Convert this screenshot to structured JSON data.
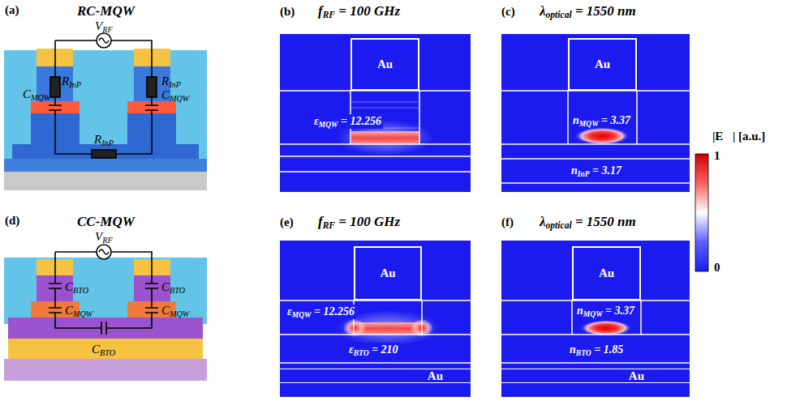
{
  "diagram": {
    "nodes": [
      {
        "text": [
          "Au"
        ]
      },
      {
        "text": [
          "Au"
        ]
      },
      {
        "text": [
          "Au"
        ]
      },
      {
        "text": [
          "Au"
        ]
      },
      {
        "text": [
          "Au"
        ]
      },
      {
        "text": [
          "Au"
        ]
      }
    ],
    "labels": [
      "(a)",
      "RC-MQW",
      "V",
      "RF",
      "R",
      "InP",
      "R",
      "InP",
      "R",
      "InP",
      "C",
      "MQW",
      "C",
      "MQW",
      "(b)",
      "f",
      "RF",
      "= 100 GHz",
      "ε",
      "MQW",
      "= 12.256",
      "(c)",
      "λ",
      "optical",
      "= 1550 nm",
      "n",
      "MQW",
      "= 3.37",
      "n",
      "InP",
      "= 3.17",
      "(d)",
      "CC-MQW",
      "V",
      "RF",
      "C",
      "BTO",
      "C",
      "BTO",
      "C",
      "MQW",
      "C",
      "MQW",
      "C",
      "BTO",
      "(e)",
      "f",
      "RF",
      "= 100 GHz",
      "ε",
      "MQW",
      "= 12.256",
      "ε",
      "BTO",
      "= 210",
      "(f)",
      "λ",
      "optical",
      "= 1550 nm",
      "n",
      "MQW",
      "= 3.37",
      "n",
      "BTO",
      "= 1.85",
      "|E⃗| [a.u.]",
      "1",
      "0"
    ]
  }
}
